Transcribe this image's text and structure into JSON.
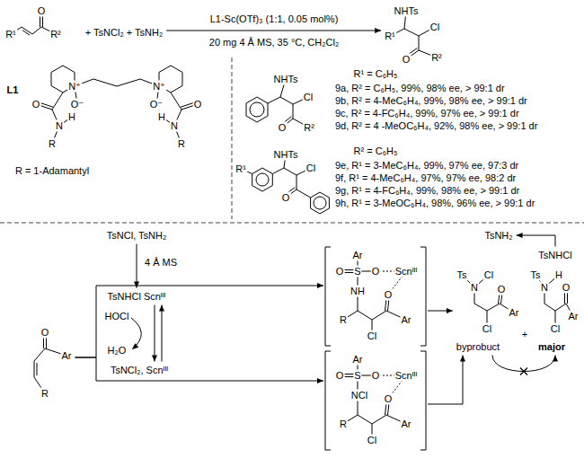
{
  "diagram": {
    "nodes": [
      {
        "text": [
          "R¹",
          "O",
          "R²",
          "+ TsNCl₂ + TsNH₂"
        ]
      },
      {
        "text": [
          "NHTs",
          "R¹",
          "Cl",
          "O",
          "R²"
        ]
      },
      {
        "text": [
          "TsNCl, TsNH₂"
        ]
      },
      {
        "text": [
          "TsNHCl Scnᴵᴵᴵ"
        ]
      },
      {
        "text": [
          "O",
          "Ar",
          "R"
        ]
      },
      {
        "text": [
          "TsNCl₂, Scnᴵᴵᴵ"
        ]
      },
      {
        "text": [
          "Ar",
          "O",
          "S",
          "O",
          "Scnᴵᴵᴵ",
          "NH",
          "R",
          "Cl",
          "O",
          "Ar"
        ]
      },
      {
        "text": [
          "Ar",
          "O",
          "S",
          "O",
          "Scnᴵᴵᴵ",
          "NCl",
          "R",
          "Cl",
          "O",
          "Ar"
        ]
      },
      {
        "text": [
          "TsNH₂"
        ]
      },
      {
        "text": [
          "TsNHCl"
        ]
      },
      {
        "text": [
          "Ts",
          "N",
          "Cl",
          "Cl",
          "O",
          "Ar",
          "byprobuct"
        ]
      },
      {
        "text": [
          "Ts",
          "N",
          "H",
          "Cl",
          "O",
          "Ar",
          "major"
        ]
      }
    ],
    "edges": [
      {
        "from": 0,
        "to": 1,
        "arrow": "to"
      },
      {
        "from": 2,
        "to": 3,
        "label": "4 Å MS",
        "arrow": "to"
      },
      {
        "from": 3,
        "to": 5,
        "arrow": "to"
      },
      {
        "from": 5,
        "to": 3,
        "arrow": "to"
      },
      {
        "from": 4,
        "to": 6,
        "arrow": "to"
      },
      {
        "from": 4,
        "to": 7,
        "arrow": "to"
      },
      {
        "from": 6,
        "to": 10,
        "arrow": "to"
      },
      {
        "from": 7,
        "to": 10,
        "arrow": "to"
      },
      {
        "from": 10,
        "to": 11,
        "arrow": "to"
      },
      {
        "from": 9,
        "to": 8,
        "arrow": "to"
      }
    ],
    "labels": [
      "L1-Sc(OTf)₃ (1:1, 0.05 mol%)",
      "20 mg 4 Å MS, 35 °C, CH₂Cl₂",
      "N⁺",
      "N⁺",
      "O⁻",
      "O⁻",
      "H",
      "H",
      "O",
      "O",
      "N",
      "N",
      "R",
      "R",
      "L1",
      "R = 1-Adamantyl",
      "NHTs",
      "Cl",
      "O",
      "R²",
      "R¹ = C₆H₅",
      "9a, R² = C₆H₅, 99%, 98% ee, > 99:1 dr",
      "9b, R² = 4-MeC₆H₄, 99%, 98% ee, > 99:1 dr",
      "9c, R² = 4-FC₆H₄, 99%, 97% ee, > 99:1 dr",
      "9d, R² = 4 -MeOC₆H₄, 92%, 98% ee, > 99:1 dr",
      "NHTs",
      "R¹",
      "Cl",
      "O",
      "R² = C₆H₅",
      "9e, R¹ = 3-MeC₆H₄, 99%, 97% ee, 97:3 dr",
      "9f, R¹ = 4-MeC₆H₄, 97%, 97% ee, 98:2 dr",
      "9g, R¹ = 4-FC₆H₄, 99%, 98% ee, > 99:1 dr",
      "9h, R¹ = 3-MeOC₆H₄, 98%, 96% ee, > 99:1 dr",
      "HOCl",
      "H₂O",
      "+"
    ]
  }
}
